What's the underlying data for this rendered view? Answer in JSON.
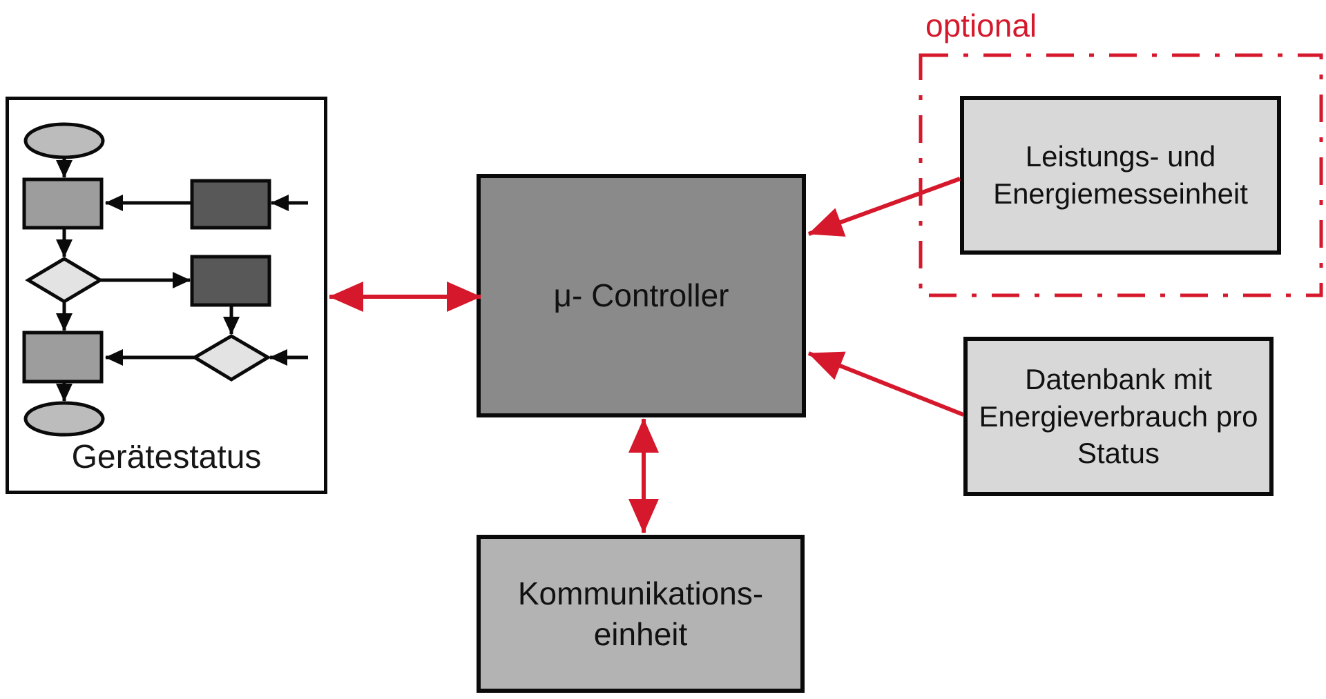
{
  "diagram": {
    "optional_label": "optional",
    "geraetestatus_panel": {
      "label": "Gerätestatus"
    },
    "controller_box": {
      "label": "μ- Controller"
    },
    "leistung_box": {
      "lines": [
        "Leistungs- und",
        "Energiemesseinheit"
      ]
    },
    "datenbank_box": {
      "lines": [
        "Datenbank mit",
        "Energieverbrauch pro",
        "Status"
      ]
    },
    "kommunikation_box": {
      "lines": [
        "Kommunikations-",
        "einheit"
      ]
    }
  },
  "colors": {
    "red": "#d5182b",
    "dark_gray": "#8a8a8a",
    "medium_gray": "#b3b3b3",
    "light_gray": "#d8d8d8",
    "flow_rect_gray": "#9d9d9d",
    "flow_dark_gray": "#585858",
    "flow_ellipse_gray": "#bcbcbc",
    "flow_diamond_gray": "#e3e3e3",
    "line_black": "#0a0a0a",
    "bg": "#ffffff"
  }
}
